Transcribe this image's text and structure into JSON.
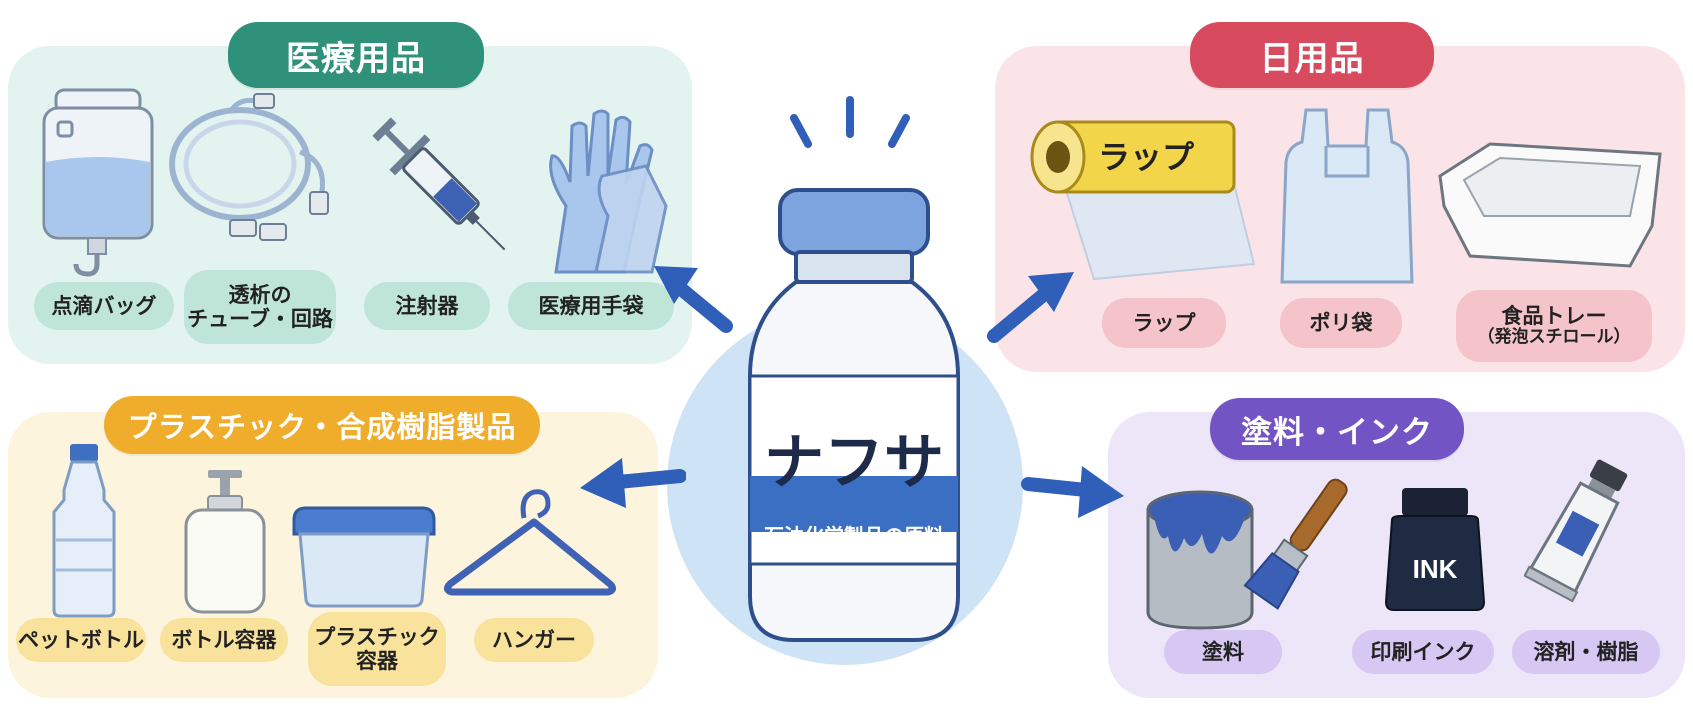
{
  "center": {
    "title": "ナフサ",
    "subtitle": "石油化学製品の原料"
  },
  "categories": {
    "medical": {
      "title": "医療用品",
      "items": [
        "点滴バッグ",
        "透析の\nチューブ・回路",
        "注射器",
        "医療用手袋"
      ]
    },
    "daily": {
      "title": "日用品",
      "items": [
        "ラップ",
        "ポリ袋",
        "食品トレー",
        "（発泡スチロール）"
      ],
      "wrap_roll_text": "ラップ"
    },
    "plastic": {
      "title": "プラスチック・合成樹脂製品",
      "items": [
        "ペットボトル",
        "ボトル容器",
        "プラスチック\n容器",
        "ハンガー"
      ]
    },
    "paint": {
      "title": "塗料・インク",
      "items": [
        "塗料",
        "印刷インク",
        "溶剤・樹脂"
      ],
      "ink_bottle_text": "INK"
    }
  },
  "colors": {
    "medical": "#2f9179",
    "daily": "#d84b5e",
    "plastic": "#f0ad2c",
    "paint": "#7354c4",
    "arrow": "#2f5fb8",
    "bottle_label": "#3a6fc4"
  }
}
